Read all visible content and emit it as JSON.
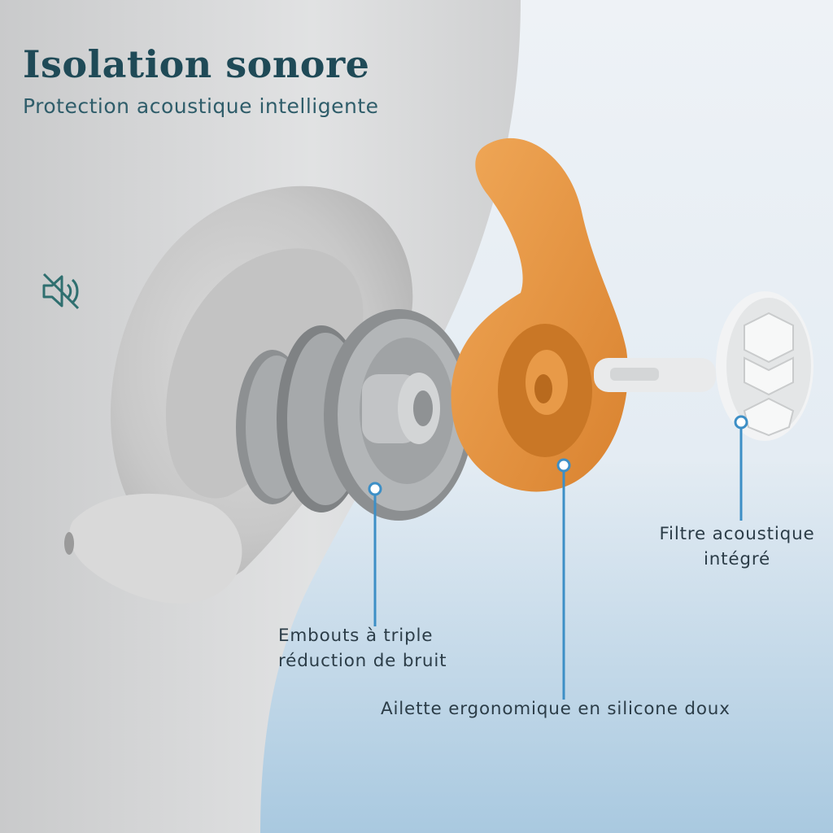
{
  "header": {
    "title": "Isolation sonore",
    "subtitle": "Protection acoustique intelligente"
  },
  "callouts": {
    "tips": {
      "line1": "Embouts à triple",
      "line2": "réduction de bruit"
    },
    "fin": {
      "text": "Ailette ergonomique en silicone doux"
    },
    "filter": {
      "line1": "Filtre acoustique",
      "line2": "intégré"
    }
  },
  "icons": {
    "mute": "speaker-muted-icon"
  },
  "colors": {
    "title": "#1f4a57",
    "accent_orange": "#e0913f",
    "leader_line": "#3d8fc6",
    "earplug_grey": "#a9acae"
  }
}
